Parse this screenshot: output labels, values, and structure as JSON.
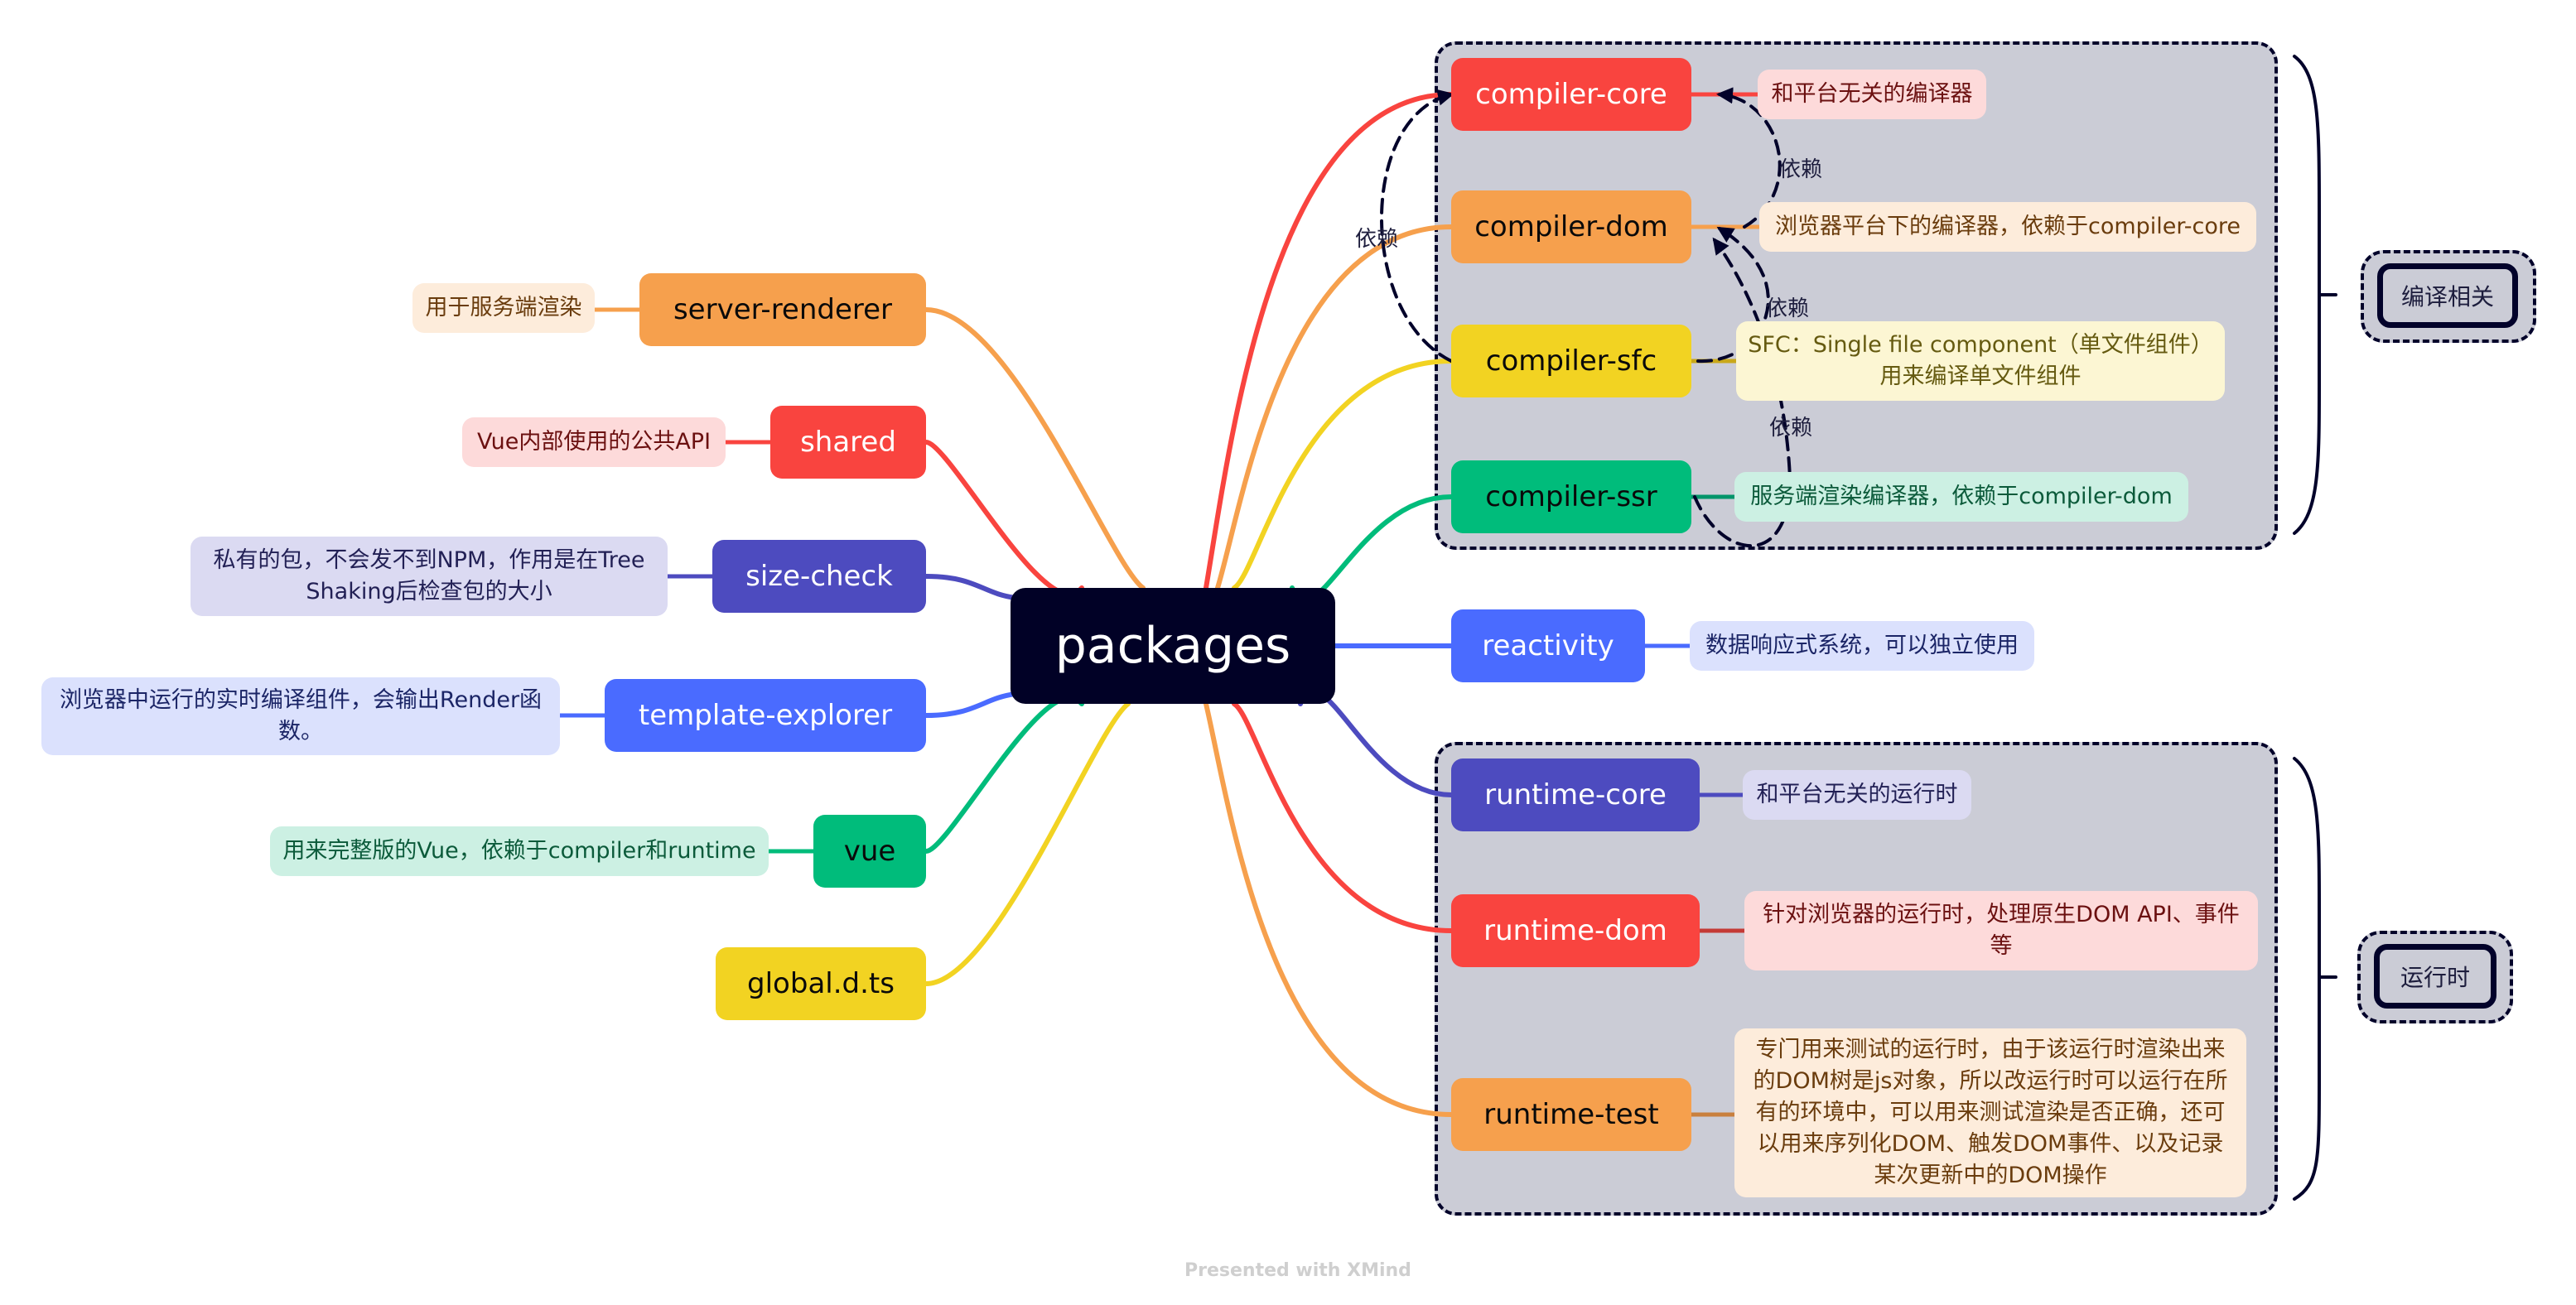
{
  "root": {
    "label": "packages",
    "color": "#010126"
  },
  "right_branches": [
    {
      "id": "compiler-core",
      "label": "compiler-core",
      "color": "#f9443f",
      "text_color": "#ffffff",
      "note": "和平台无关的编译器",
      "note_bg": "#fddada",
      "note_color": "#6b1010"
    },
    {
      "id": "compiler-dom",
      "label": "compiler-dom",
      "color": "#f6a04d",
      "text_color": "#0a0a0a",
      "note": "浏览器平台下的编译器，依赖于compiler-core",
      "note_bg": "#fdecdb",
      "note_color": "#6a3c0d"
    },
    {
      "id": "compiler-sfc",
      "label": "compiler-sfc",
      "color": "#f2d322",
      "text_color": "#0a0a0a",
      "note_lines": [
        "SFC：Single file component（单文件组件）",
        "用来编译单文件组件"
      ],
      "note_bg": "#fcf6d3",
      "note_color": "#655a10"
    },
    {
      "id": "compiler-ssr",
      "label": "compiler-ssr",
      "color": "#00bc7b",
      "text_color": "#0a0a0a",
      "note": "服务端渲染编译器，依赖于compiler-dom",
      "note_bg": "#ccf0e3",
      "note_color": "#0b5a3a"
    },
    {
      "id": "reactivity",
      "label": "reactivity",
      "color": "#4a6bff",
      "text_color": "#ffffff",
      "note": "数据响应式系统，可以独立使用",
      "note_bg": "#dbe1fd",
      "note_color": "#1b2566"
    },
    {
      "id": "runtime-core",
      "label": "runtime-core",
      "color": "#4d4bbf",
      "text_color": "#ffffff",
      "note": "和平台无关的运行时",
      "note_bg": "#dbdaf2",
      "note_color": "#222055"
    },
    {
      "id": "runtime-dom",
      "label": "runtime-dom",
      "color": "#f9443f",
      "text_color": "#ffffff",
      "note_lines": [
        "针对浏览器的运行时，处理原生DOM API、事件",
        "等"
      ],
      "note_bg": "#fddada",
      "note_color": "#6b1010"
    },
    {
      "id": "runtime-test",
      "label": "runtime-test",
      "color": "#f6a04d",
      "text_color": "#0a0a0a",
      "note_lines": [
        "专门用来测试的运行时，由于该运行时渲染出来",
        "的DOM树是js对象，所以改运行时可以运行在所",
        "有的环境中，可以用来测试渲染是否正确，还可",
        "以用来序列化DOM、触发DOM事件、以及记录",
        "某次更新中的DOM操作"
      ],
      "note_bg": "#fdecdb",
      "note_color": "#6a3c0d"
    }
  ],
  "left_branches": [
    {
      "id": "server-renderer",
      "label": "server-renderer",
      "color": "#f6a04d",
      "text_color": "#0a0a0a",
      "note": "用于服务端渲染",
      "note_bg": "#fdecdb",
      "note_color": "#6a3c0d"
    },
    {
      "id": "shared",
      "label": "shared",
      "color": "#f9443f",
      "text_color": "#ffffff",
      "note": "Vue内部使用的公共API",
      "note_bg": "#fddada",
      "note_color": "#6b1010"
    },
    {
      "id": "size-check",
      "label": "size-check",
      "color": "#4d4bbf",
      "text_color": "#ffffff",
      "note_lines": [
        "私有的包，不会发不到NPM，作用是在Tree",
        "Shaking后检查包的大小"
      ],
      "note_bg": "#dbdaf2",
      "note_color": "#222055"
    },
    {
      "id": "template-explorer",
      "label": "template-explorer",
      "color": "#4a6bff",
      "text_color": "#ffffff",
      "note_lines": [
        "浏览器中运行的实时编译组件，会输出Render函",
        "数。"
      ],
      "note_bg": "#dbe1fd",
      "note_color": "#1b2566"
    },
    {
      "id": "vue",
      "label": "vue",
      "color": "#00bc7b",
      "text_color": "#0a0a0a",
      "note": "用来完整版的Vue，依赖于compiler和runtime",
      "note_bg": "#ccf0e3",
      "note_color": "#0b5a3a"
    },
    {
      "id": "global-d-ts",
      "label": "global.d.ts",
      "color": "#f2d322",
      "text_color": "#0a0a0a"
    }
  ],
  "relationships": [
    {
      "from": "compiler-sfc",
      "to": "compiler-core",
      "label": "依赖"
    },
    {
      "from": "compiler-dom",
      "to": "compiler-core",
      "label": "依赖"
    },
    {
      "from": "compiler-sfc",
      "to": "compiler-dom",
      "label": "依赖"
    },
    {
      "from": "compiler-ssr",
      "to": "compiler-dom",
      "label": "依赖"
    }
  ],
  "boundaries": [
    {
      "id": "compile",
      "members": [
        "compiler-core",
        "compiler-dom",
        "compiler-sfc",
        "compiler-ssr"
      ],
      "summary": "编译相关"
    },
    {
      "id": "runtime",
      "members": [
        "runtime-core",
        "runtime-dom",
        "runtime-test"
      ],
      "summary": "运行时"
    }
  ],
  "footer": "Presented with XMind",
  "line_color_dark": "#02022a"
}
